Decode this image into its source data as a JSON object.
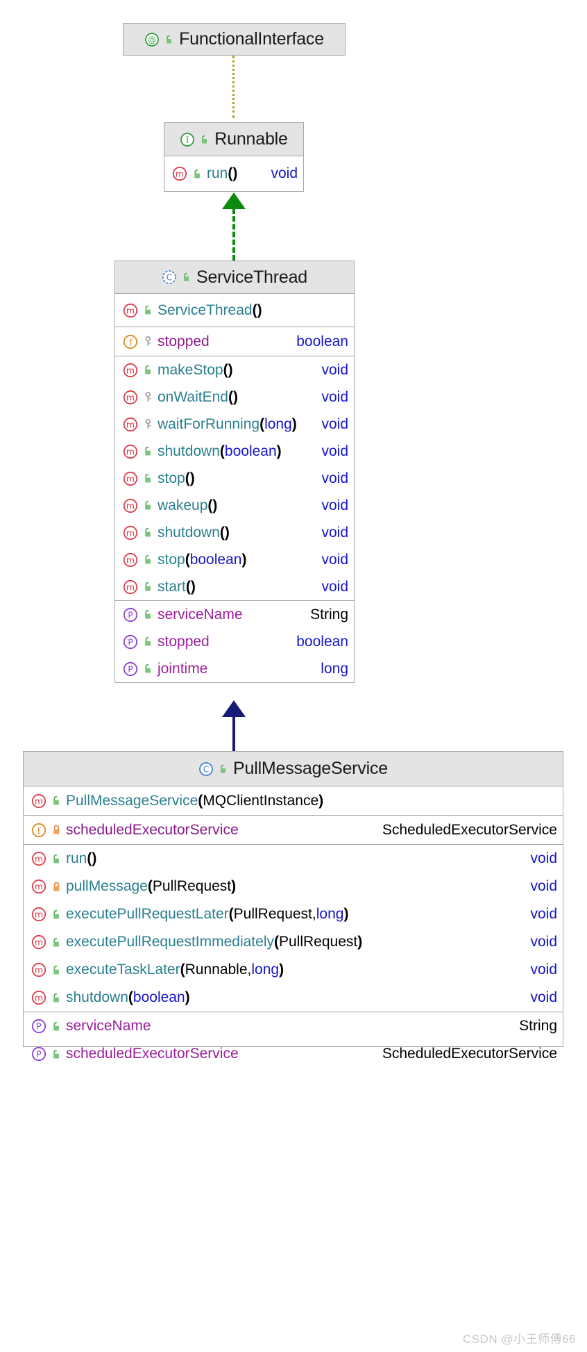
{
  "diagram": {
    "kind": "uml-class-diagram",
    "watermark": "CSDN @小王师傅66",
    "colors": {
      "box_border": "#a6a6a6",
      "header_bg": "#e4e4e4",
      "method_name": "#2a7f8f",
      "field_name": "#8b1a8b",
      "property_name": "#9c1f9c",
      "primitive_type": "#1616c8",
      "object_type": "#000000",
      "implements_arrow": "#0b8a0b",
      "extends_arrow": "#181878",
      "annotation_link": "#b0a020"
    }
  },
  "classes": {
    "functional_interface": {
      "name": "FunctionalInterface",
      "stereotype_icon": "annotation-icon",
      "visibility_icon": "public-unlocked-icon",
      "members": []
    },
    "runnable": {
      "name": "Runnable",
      "stereotype_icon": "interface-icon",
      "visibility_icon": "public-unlocked-icon",
      "methods": [
        {
          "icon": "method-icon",
          "visibility_icon": "public-unlocked-icon",
          "name": "run",
          "params": [],
          "return": "void",
          "return_kind": "primitive"
        }
      ]
    },
    "service_thread": {
      "name": "ServiceThread",
      "stereotype_icon": "abstract-class-icon",
      "visibility_icon": "public-unlocked-icon",
      "constructors": [
        {
          "icon": "method-icon",
          "visibility_icon": "public-unlocked-icon",
          "name": "ServiceThread",
          "params": [],
          "return": "",
          "return_kind": "none"
        }
      ],
      "fields": [
        {
          "icon": "field-icon",
          "visibility_icon": "protected-key-icon",
          "name": "stopped",
          "type": "boolean",
          "type_kind": "primitive"
        }
      ],
      "methods": [
        {
          "icon": "method-icon",
          "visibility_icon": "public-unlocked-icon",
          "name": "makeStop",
          "params": [],
          "return": "void",
          "return_kind": "primitive"
        },
        {
          "icon": "method-icon",
          "visibility_icon": "protected-key-icon",
          "name": "onWaitEnd",
          "params": [],
          "return": "void",
          "return_kind": "primitive"
        },
        {
          "icon": "method-icon",
          "visibility_icon": "protected-key-icon",
          "name": "waitForRunning",
          "params": [
            {
              "text": "long",
              "kind": "primitive"
            }
          ],
          "return": "void",
          "return_kind": "primitive"
        },
        {
          "icon": "method-icon",
          "visibility_icon": "public-unlocked-icon",
          "name": "shutdown",
          "params": [
            {
              "text": "boolean",
              "kind": "primitive"
            }
          ],
          "return": "void",
          "return_kind": "primitive"
        },
        {
          "icon": "method-icon",
          "visibility_icon": "public-unlocked-icon",
          "name": "stop",
          "params": [],
          "return": "void",
          "return_kind": "primitive"
        },
        {
          "icon": "method-icon",
          "visibility_icon": "public-unlocked-icon",
          "name": "wakeup",
          "params": [],
          "return": "void",
          "return_kind": "primitive"
        },
        {
          "icon": "method-icon",
          "visibility_icon": "public-unlocked-icon",
          "name": "shutdown",
          "params": [],
          "return": "void",
          "return_kind": "primitive"
        },
        {
          "icon": "method-icon",
          "visibility_icon": "public-unlocked-icon",
          "name": "stop",
          "params": [
            {
              "text": "boolean",
              "kind": "primitive"
            }
          ],
          "return": "void",
          "return_kind": "primitive"
        },
        {
          "icon": "method-icon",
          "visibility_icon": "public-unlocked-icon",
          "name": "start",
          "params": [],
          "return": "void",
          "return_kind": "primitive"
        }
      ],
      "properties": [
        {
          "icon": "property-icon",
          "visibility_icon": "public-unlocked-icon",
          "name": "serviceName",
          "type": "String",
          "type_kind": "object"
        },
        {
          "icon": "property-icon",
          "visibility_icon": "public-unlocked-icon",
          "name": "stopped",
          "type": "boolean",
          "type_kind": "primitive"
        },
        {
          "icon": "property-icon",
          "visibility_icon": "public-unlocked-icon",
          "name": "jointime",
          "type": "long",
          "type_kind": "primitive"
        }
      ]
    },
    "pull_message_service": {
      "name": "PullMessageService",
      "stereotype_icon": "class-icon",
      "visibility_icon": "public-unlocked-icon",
      "constructors": [
        {
          "icon": "method-icon",
          "visibility_icon": "public-unlocked-icon",
          "name": "PullMessageService",
          "params": [
            {
              "text": "MQClientInstance",
              "kind": "object"
            }
          ],
          "return": "",
          "return_kind": "none"
        }
      ],
      "fields": [
        {
          "icon": "field-icon",
          "visibility_icon": "private-locked-icon",
          "name": "scheduledExecutorService",
          "type": "ScheduledExecutorService",
          "type_kind": "object"
        }
      ],
      "methods": [
        {
          "icon": "method-icon",
          "visibility_icon": "public-unlocked-icon",
          "name": "run",
          "params": [],
          "return": "void",
          "return_kind": "primitive"
        },
        {
          "icon": "method-icon",
          "visibility_icon": "private-locked-icon",
          "name": "pullMessage",
          "params": [
            {
              "text": "PullRequest",
              "kind": "object"
            }
          ],
          "return": "void",
          "return_kind": "primitive"
        },
        {
          "icon": "method-icon",
          "visibility_icon": "public-unlocked-icon",
          "name": "executePullRequestLater",
          "params": [
            {
              "text": "PullRequest",
              "kind": "object"
            },
            {
              "text": "long",
              "kind": "primitive"
            }
          ],
          "return": "void",
          "return_kind": "primitive"
        },
        {
          "icon": "method-icon",
          "visibility_icon": "public-unlocked-icon",
          "name": "executePullRequestImmediately",
          "params": [
            {
              "text": "PullRequest",
              "kind": "object"
            }
          ],
          "return": "void",
          "return_kind": "primitive"
        },
        {
          "icon": "method-icon",
          "visibility_icon": "public-unlocked-icon",
          "name": "executeTaskLater",
          "params": [
            {
              "text": "Runnable",
              "kind": "object"
            },
            {
              "text": "long",
              "kind": "primitive"
            }
          ],
          "return": "void",
          "return_kind": "primitive"
        },
        {
          "icon": "method-icon",
          "visibility_icon": "public-unlocked-icon",
          "name": "shutdown",
          "params": [
            {
              "text": "boolean",
              "kind": "primitive"
            }
          ],
          "return": "void",
          "return_kind": "primitive"
        }
      ],
      "properties": [
        {
          "icon": "property-icon",
          "visibility_icon": "public-unlocked-icon",
          "name": "serviceName",
          "type": "String",
          "type_kind": "object"
        },
        {
          "icon": "property-icon",
          "visibility_icon": "public-unlocked-icon",
          "name": "scheduledExecutorService",
          "type": "ScheduledExecutorService",
          "type_kind": "object"
        }
      ]
    }
  },
  "relations": [
    {
      "from": "Runnable",
      "to": "FunctionalInterface",
      "style": "dotted",
      "kind": "annotated-by"
    },
    {
      "from": "ServiceThread",
      "to": "Runnable",
      "style": "dashed",
      "kind": "implements"
    },
    {
      "from": "PullMessageService",
      "to": "ServiceThread",
      "style": "solid",
      "kind": "extends"
    }
  ]
}
